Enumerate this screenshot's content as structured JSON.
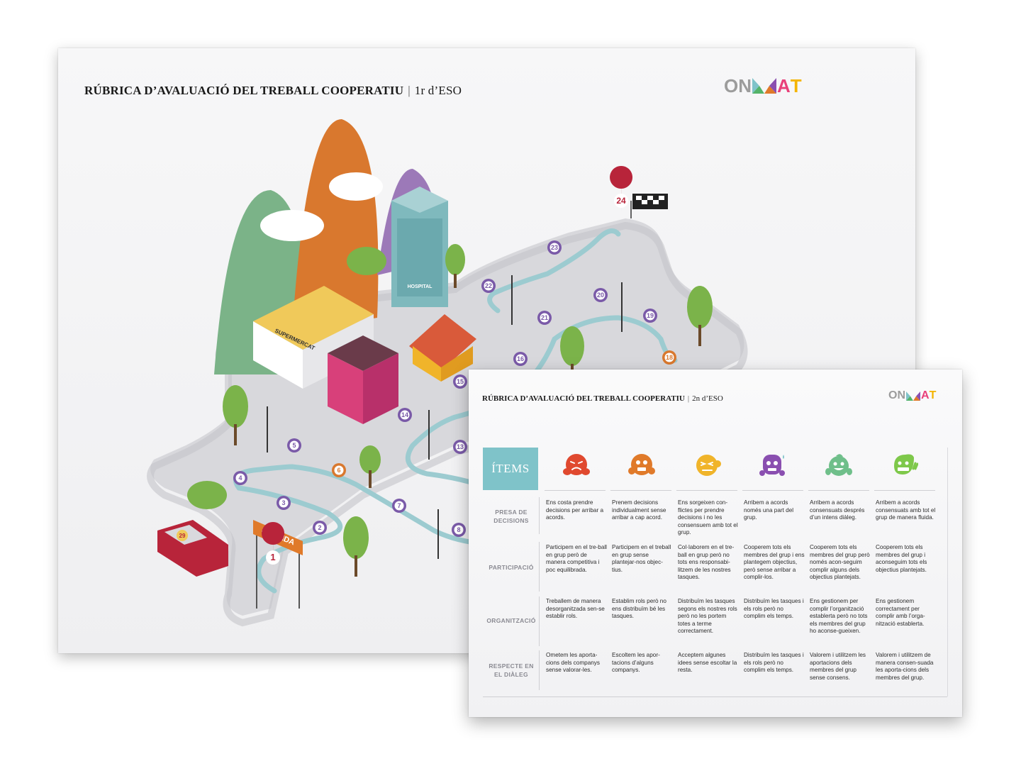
{
  "back_poster": {
    "title": "RÚBRICA D’AVALUACIÓ DEL TREBALL COOPERATIU",
    "separator": "|",
    "grade": "1r d’ESO",
    "logo": {
      "o": "O",
      "n": "N",
      "a": "A",
      "t": "T"
    },
    "map": {
      "buildings": {
        "supermarket": "SUPERMERCAT",
        "hospital": "HOSPITAL"
      },
      "start_sign": "SORTIDA",
      "car_number": "29",
      "steps": [
        "1",
        "2",
        "3",
        "4",
        "5",
        "6",
        "7",
        "8",
        "13",
        "14",
        "15",
        "16",
        "18",
        "19",
        "20",
        "21",
        "22",
        "23",
        "24"
      ]
    }
  },
  "front_poster": {
    "title": "RÚBRICA D’AVALUACIÓ DEL TREBALL COOPERATIU",
    "separator": "|",
    "grade": "2n d’ESO",
    "logo": {
      "o": "O",
      "n": "N",
      "a": "A",
      "t": "T"
    },
    "items_label": "ÍTEMS",
    "rows": [
      {
        "label": "PRESA DE DECISIONS",
        "cells": [
          "Ens costa prendre decisions per arribar a acords.",
          "Prenem decisions individualment sense arribar a cap acord.",
          "Ens sorgeixen con-flictes per prendre decisions i no les consensuem amb tot el grup.",
          "Arribem a acords només una part del grup.",
          "Arribem a acords consensuats després d’un intens diàleg.",
          "Arribem a acords consensuats amb tot el grup de manera fluida."
        ]
      },
      {
        "label": "PARTICIPACIÓ",
        "cells": [
          "Participem en el tre-ball en grup però de manera competitiva i poc equilibrada.",
          "Participem en el treball en grup sense plantejar-nos objec-tius.",
          "Col·laborem en el tre-ball en grup però no tots ens responsabi-litzem de les nostres tasques.",
          "Cooperem tots els membres del grup i ens plantegem objectius, però sense arribar a complir-los.",
          "Cooperem tots els membres del grup però només acon-seguim complir alguns dels objectius plantejats.",
          "Cooperem tots els membres del grup i aconseguim tots els objectius plantejats."
        ]
      },
      {
        "label": "ORGANITZACIÓ",
        "cells": [
          "Treballem de manera desorganitzada sen-se establir rols.",
          "Establim rols però no ens distribuïm bé les tasques.",
          "Distribuïm les tasques segons els nostres rols però no les portem totes a terme correctament.",
          "Distribuïm les tasques i els rols però no complim els temps.",
          "Ens gestionem per complir l’organització establerta però no tots els membres del grup ho aconse-gueixen.",
          "Ens gestionem correctament per complir amb l’orga-nització establerta."
        ]
      },
      {
        "label": "RESPECTE EN EL DIÀLEG",
        "cells": [
          "Ometem les aporta-cions dels companys sense valorar-les.",
          "Escoltem les apor-tacions d’alguns companys.",
          "Acceptem algunes idees sense escoltar la resta.",
          "Distribuïm les tasques i els rols però no complim els temps.",
          "Valorem i utilitzem les aportacions dels membres del grup sense consens.",
          "Valorem i utilitzem de manera consen-suada les aporta-cions dels membres del grup."
        ]
      }
    ],
    "faces": [
      {
        "icon": "angry-face-icon",
        "color": "#e0492f"
      },
      {
        "icon": "worried-face-icon",
        "color": "#e07a2a"
      },
      {
        "icon": "tense-face-icon",
        "color": "#f0b42a"
      },
      {
        "icon": "sweating-face-icon",
        "color": "#8a4fb0"
      },
      {
        "icon": "smiling-face-icon",
        "color": "#6fbf8a"
      },
      {
        "icon": "grinning-peace-face-icon",
        "color": "#7ec84a"
      }
    ]
  }
}
